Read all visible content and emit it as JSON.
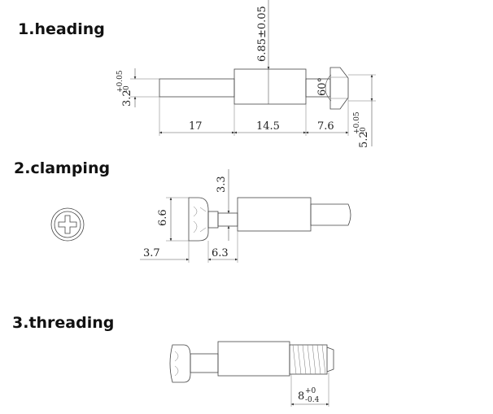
{
  "sections": [
    {
      "label": "1.heading"
    },
    {
      "label": "2.clamping"
    },
    {
      "label": "3.threading"
    }
  ],
  "heading_dims": {
    "dia_left": "3.2",
    "dia_left_tol_upper": "+0.05",
    "dia_left_tol_lower": "-0",
    "dia_mid": "6.85±0.05",
    "angle": "60°",
    "len1": "17",
    "len2": "14.5",
    "len3": "7.6",
    "dia_right": "5.2",
    "dia_right_tol_upper": "+0.05",
    "dia_right_tol_lower": "-0"
  },
  "clamping_dims": {
    "head_dia": "6.6",
    "neck_dia": "3.3",
    "len1": "3.7",
    "len2": "6.3"
  },
  "threading_dims": {
    "thread_len": "8",
    "thread_tol_upper": "+0",
    "thread_tol_lower": "-0.4"
  }
}
